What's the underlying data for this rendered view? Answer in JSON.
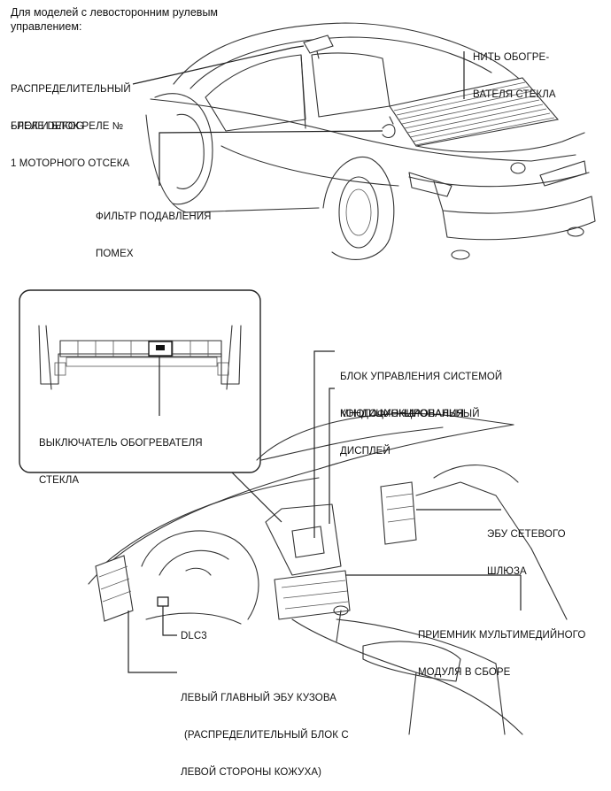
{
  "header": {
    "line1": "Для моделей с левосторонним рулевым",
    "line2": "управлением:"
  },
  "labels": {
    "junction_block": {
      "line1": "РАСПРЕДЕЛИТЕЛЬНЫЙ",
      "line2": "БЛОК И БЛОК РЕЛЕ №",
      "line3": "1 МОТОРНОГО ОТСЕКА"
    },
    "defog_relay": "- РЕЛЕ DEFOG",
    "noise_filter": {
      "line1": "ФИЛЬТР ПОДАВЛЕНИЯ",
      "line2": "ПОМЕХ"
    },
    "heater_wire": {
      "line1": "НИТЬ ОБОГРЕ-",
      "line2": "ВАТЕЛЯ СТЕКЛА"
    },
    "defogger_switch": {
      "line1": "ВЫКЛЮЧАТЕЛЬ ОБОГРЕВАТЕЛЯ",
      "line2": "СТЕКЛА"
    },
    "ac_control": {
      "line1": "БЛОК УПРАВЛЕНИЯ СИСТЕМОЙ",
      "line2": "КОНДИЦИОНИРОВАНИЯ"
    },
    "multi_display": {
      "line1": "МНОГОФУНКЦИОНАЛЬНЫЙ",
      "line2": "ДИСПЛЕЙ"
    },
    "gateway_ecu": {
      "line1": "ЭБУ СЕТЕВОГО",
      "line2": "ШЛЮЗА"
    },
    "multimedia_receiver": {
      "line1": "ПРИЕМНИК МУЛЬТИМЕДИЙНОГО",
      "line2": "МОДУЛЯ В СБОРЕ"
    },
    "dlc3": "DLC3",
    "body_ecu": {
      "line1": "ЛЕВЫЙ ГЛАВНЫЙ ЭБУ КУЗОВА",
      "line2": "(РАСПРЕДЕЛИТЕЛЬНЫЙ БЛОК С",
      "line3": "ЛЕВОЙ СТОРОНЫ КОЖУХА)"
    }
  }
}
